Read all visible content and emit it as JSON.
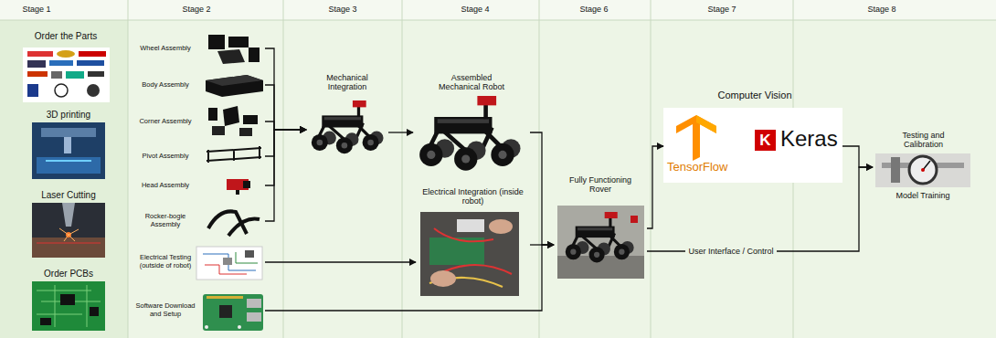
{
  "diagram": {
    "nodes": [
      {
        "text": [
          "Order the Parts"
        ]
      },
      {
        "text": [
          "3D printing"
        ]
      },
      {
        "text": [
          "Laser Cutting"
        ]
      },
      {
        "text": [
          "Order PCBs"
        ]
      },
      {
        "text": [
          "Wheel Assembly"
        ]
      },
      {
        "text": [
          "Body Assembly"
        ]
      },
      {
        "text": [
          "Corner Assembly"
        ]
      },
      {
        "text": [
          "Pivot Assembly"
        ]
      },
      {
        "text": [
          "Head Assembly"
        ]
      },
      {
        "text": [
          "Rocker-bogie Assembly"
        ]
      },
      {
        "text": [
          "Electrical Testing (outside of robot)"
        ]
      },
      {
        "text": [
          "Software Download and Setup"
        ]
      },
      {
        "text": [
          "Mechanical Integration"
        ]
      },
      {
        "text": [
          "Assembled Mechanical Robot"
        ]
      },
      {
        "text": [
          "Electrical Integration (inside robot)"
        ]
      },
      {
        "text": [
          "Fully Functioning Rover"
        ]
      },
      {
        "text": [
          "Computer Vision",
          "TensorFlow",
          "K",
          "Keras"
        ]
      },
      {
        "text": [
          "Testing and Calibration",
          "Model Training"
        ]
      }
    ],
    "edges": [
      {
        "from": 4,
        "to": 12,
        "arrow": "to"
      },
      {
        "from": 5,
        "to": 12,
        "arrow": "to"
      },
      {
        "from": 6,
        "to": 12,
        "arrow": "to"
      },
      {
        "from": 7,
        "to": 12,
        "arrow": "to"
      },
      {
        "from": 8,
        "to": 12,
        "arrow": "to"
      },
      {
        "from": 9,
        "to": 12,
        "arrow": "to"
      },
      {
        "from": 12,
        "to": 13,
        "arrow": "to"
      },
      {
        "from": 13,
        "to": 15,
        "arrow": "to"
      },
      {
        "from": 10,
        "to": 14,
        "arrow": "to"
      },
      {
        "from": 14,
        "to": 15,
        "arrow": "to"
      },
      {
        "from": 11,
        "to": 15,
        "arrow": "to"
      },
      {
        "from": 15,
        "to": 16,
        "arrow": "to"
      },
      {
        "from": 15,
        "to": 17,
        "label": "User Interface / Control",
        "arrow": "to"
      },
      {
        "from": 16,
        "to": 17,
        "arrow": "to"
      }
    ],
    "labels": [
      "Stage 1",
      "Stage 2",
      "Stage 3",
      "Stage 4",
      "Stage 6",
      "Stage 7",
      "Stage 8"
    ]
  }
}
